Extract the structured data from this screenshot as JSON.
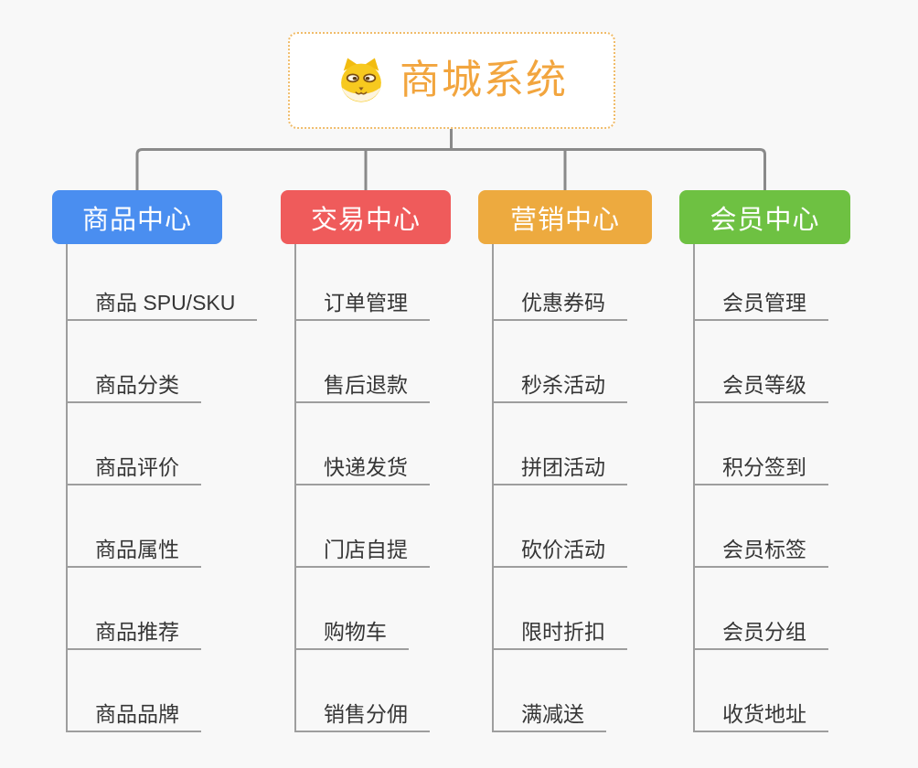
{
  "root": {
    "title": "商城系统",
    "icon": "dog-face-icon",
    "title_color": "#F2A53E",
    "border_color": "#F0BC6A"
  },
  "connector_color": "#8A8A8A",
  "line_color": "#9E9E9E",
  "branches": [
    {
      "id": "product-center",
      "label": "商品中心",
      "color": "#4A8EF0",
      "children": [
        "商品 SPU/SKU",
        "商品分类",
        "商品评价",
        "商品属性",
        "商品推荐",
        "商品品牌"
      ]
    },
    {
      "id": "trade-center",
      "label": "交易中心",
      "color": "#EF5B5B",
      "children": [
        "订单管理",
        "售后退款",
        "快递发货",
        "门店自提",
        "购物车",
        "销售分佣"
      ]
    },
    {
      "id": "marketing-center",
      "label": "营销中心",
      "color": "#EDAA3F",
      "children": [
        "优惠券码",
        "秒杀活动",
        "拼团活动",
        "砍价活动",
        "限时折扣",
        "满减送"
      ]
    },
    {
      "id": "member-center",
      "label": "会员中心",
      "color": "#6EC142",
      "children": [
        "会员管理",
        "会员等级",
        "积分签到",
        "会员标签",
        "会员分组",
        "收货地址"
      ]
    }
  ]
}
